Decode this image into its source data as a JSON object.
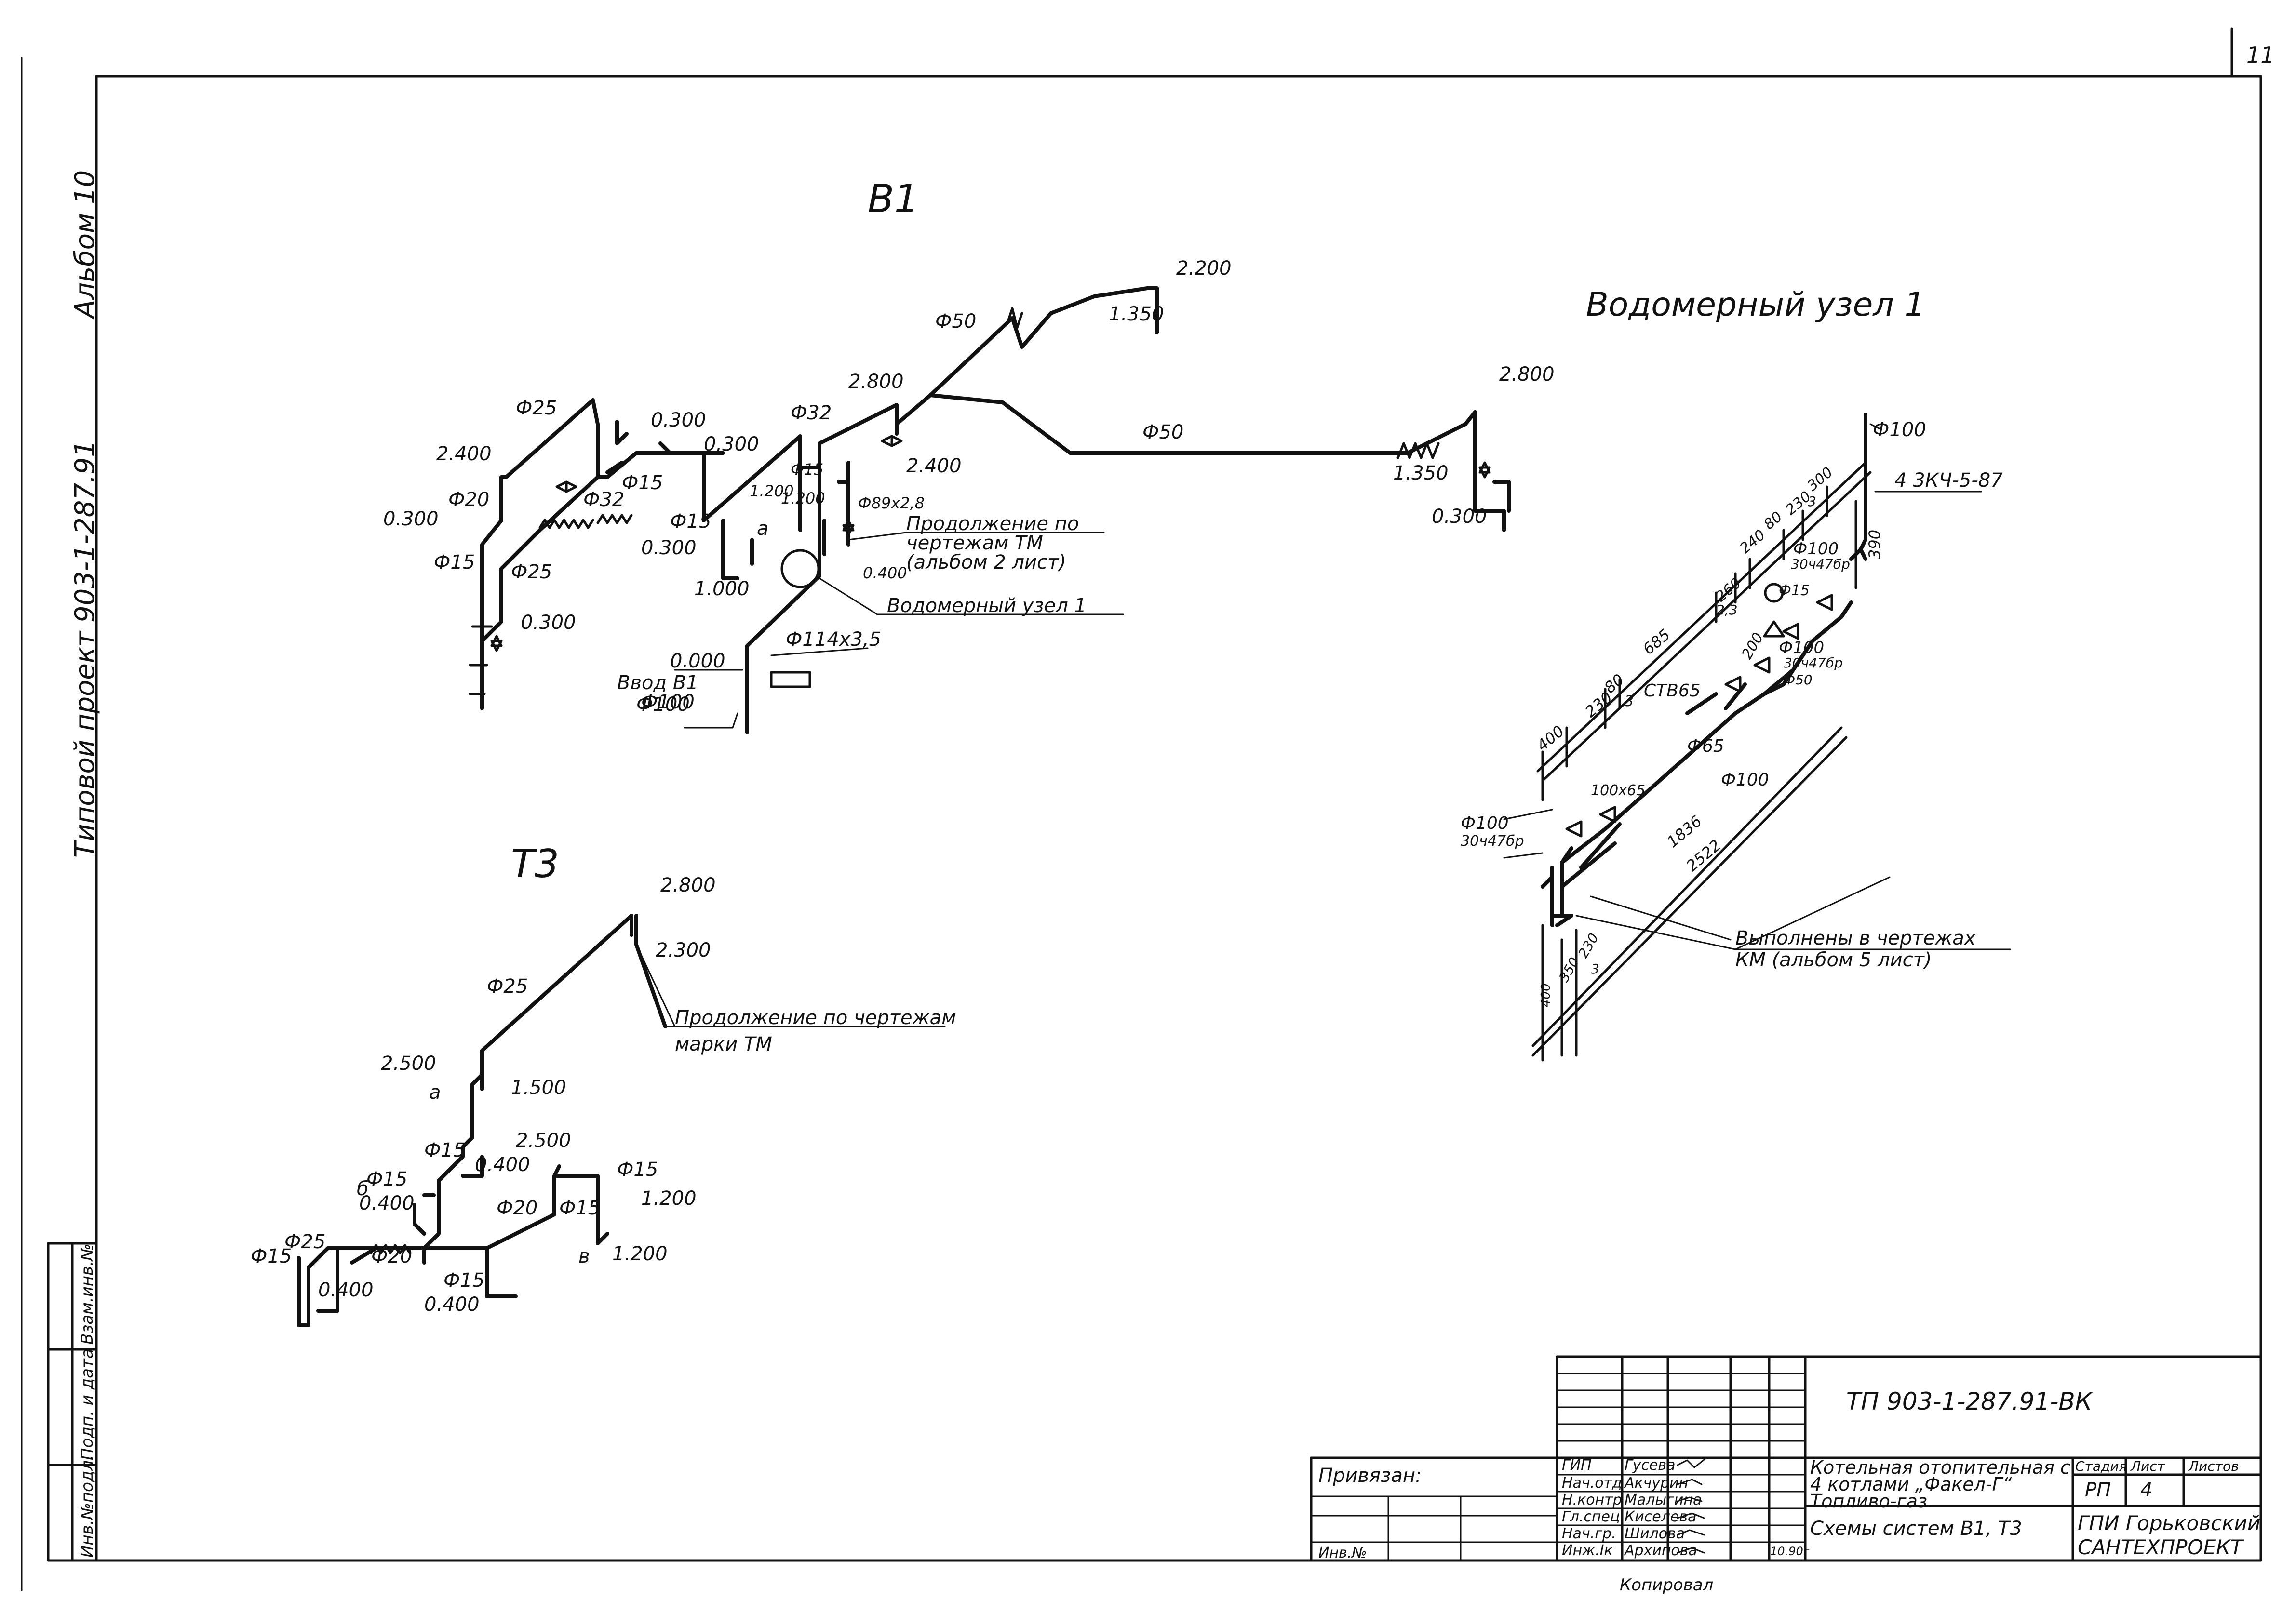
{
  "sheet": {
    "page_number": "11",
    "album": "Альбом 10",
    "project": "Типовой проект 903-1-287.91"
  },
  "side_stamp": {
    "labels": [
      "Взам.инв.№",
      "Подп. и дата",
      "Инв.№подл."
    ]
  },
  "schemes": {
    "b1": {
      "title": "В1",
      "labels": {
        "d25": "Ф25",
        "d20": "Ф20",
        "d15a": "Ф15",
        "d15b": "Ф15",
        "d15c": "Ф15",
        "d15d": "Ф15",
        "d32a": "Ф32",
        "d32b": "Ф32",
        "d25b": "Ф25",
        "d50a": "Ф50",
        "d50b": "Ф50",
        "d89": "Ф89х2,8",
        "d114": "Ф114х3,5",
        "d100": "Ф100",
        "e2200": "2.200",
        "e1350a": "1.350",
        "e2800a": "2.800",
        "e2800b": "2.800",
        "e2400a": "2.400",
        "e2400b": "2.400",
        "e0300a": "0.300",
        "e0300b": "0.300",
        "e0300c": "0.300",
        "e0300d": "0.300",
        "e0300e": "0.300",
        "e0300f": "0.300",
        "e1200a": "1.200",
        "e1200b": "1.200",
        "e1000": "1.000",
        "e0400": "0.400",
        "e0000": "0.000",
        "e1350b": "1.350",
        "alpha": "а",
        "cont1": "Продолжение по",
        "cont2": "чертежам ТМ",
        "cont3": "(альбом 2 лист)",
        "meter_ref": "Водомерный узел 1",
        "inlet1": "Ввод В1",
        "inlet2": "Ф100"
      }
    },
    "t3": {
      "title": "Т3",
      "labels": {
        "e2800": "2.800",
        "e2300": "2.300",
        "d25a": "Ф25",
        "d25b": "Ф25",
        "e2500a": "2.500",
        "e2500b": "2.500",
        "e1500": "1.500",
        "d15a": "Ф15",
        "d15b": "Ф15",
        "d15c": "Ф15",
        "d15d": "Ф15",
        "d15e": "Ф15",
        "d15f": "Ф15",
        "d20a": "Ф20",
        "d20b": "Ф20",
        "e0400a": "0.400",
        "e0400b": "0.400",
        "e0400c": "0.400",
        "e0400d": "0.400",
        "e1200a": "1.200",
        "e1200b": "1.200",
        "a": "а",
        "b": "б",
        "v": "в",
        "cont1": "Продолжение по чертежам",
        "cont2": "марки ТМ"
      }
    },
    "meter": {
      "title": "Водомерный узел 1",
      "labels": {
        "d100a": "Ф100",
        "d100b": "Ф100",
        "d100c": "Ф100",
        "d100d": "Ф100",
        "d100e": "Ф100",
        "d65": "Ф65",
        "d50": "Ф50",
        "d15": "Ф15",
        "ref": "4 3КЧ-5-87",
        "v1": "30ч47бр",
        "v2": "30ч47бр",
        "v3": "30ч47бр",
        "ctv": "СТВ65",
        "red": "100х65",
        "dims": [
          "400",
          "230",
          "80",
          "3",
          "685",
          "260",
          "2,3",
          "240",
          "80",
          "230",
          "300",
          "3",
          "200",
          "390",
          "350",
          "230",
          "3",
          "1836",
          "2522",
          "400"
        ],
        "note1": "Выполнены в чертежах",
        "note2": "КМ (альбом 5 лист)"
      }
    }
  },
  "title_block": {
    "code": "ТП 903-1-287.91-ВК",
    "bound": "Привязан:",
    "inv": "Инв.№",
    "roles": [
      "ГИП",
      "Нач.отд",
      "Н.контр",
      "Гл.спец",
      "Нач.гр.",
      "Инж.Iк"
    ],
    "names": [
      "Гусева",
      "Акчурин",
      "Малыгина",
      "Киселева",
      "Шилова",
      "Архипова"
    ],
    "date": "10.90г",
    "project_name": [
      "Котельная отопительная с",
      "4 котлами „Факел-Г“",
      "Топливо-газ."
    ],
    "sheet_name": "Схемы систем В1, Т3",
    "headers": [
      "Стадия",
      "Лист",
      "Листов"
    ],
    "stage": "РП",
    "sheet_no": "4",
    "org": [
      "ГПИ Горьковский",
      "САНТЕХПРОЕКТ"
    ],
    "bottom_cut": "Копировал"
  }
}
